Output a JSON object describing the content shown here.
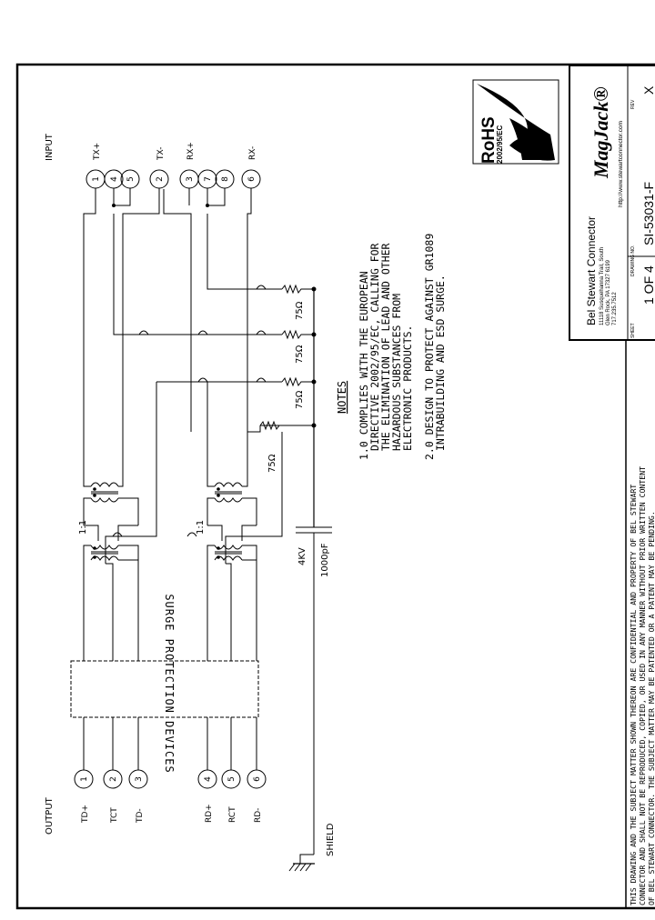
{
  "drawing_border": "#000000",
  "output_block": {
    "title": "OUTPUT",
    "pins": [
      {
        "num": "1",
        "label": "TD+"
      },
      {
        "num": "2",
        "label": "TCT"
      },
      {
        "num": "3",
        "label": "TD-"
      },
      {
        "num": "4",
        "label": "RD+"
      },
      {
        "num": "5",
        "label": "RCT"
      },
      {
        "num": "6",
        "label": "RD-"
      }
    ]
  },
  "input_block": {
    "title": "INPUT",
    "pins": [
      {
        "num": "1",
        "label": "TX+"
      },
      {
        "num": "4",
        "label": ""
      },
      {
        "num": "5",
        "label": ""
      },
      {
        "num": "2",
        "label": "TX-"
      },
      {
        "num": "3",
        "label": "RX+"
      },
      {
        "num": "7",
        "label": ""
      },
      {
        "num": "8",
        "label": ""
      },
      {
        "num": "6",
        "label": "RX-"
      }
    ]
  },
  "shield_label": "SHIELD",
  "surge_box_label": "SURGE PROTECTION DEVICES",
  "transformer_ratio": [
    "1:1",
    "1:1"
  ],
  "capacitor": {
    "voltage": "4KV",
    "value": "1000pF"
  },
  "resistors": [
    "75Ω",
    "75Ω",
    "75Ω",
    "75Ω"
  ],
  "notes": {
    "heading": "NOTES",
    "lines": [
      "1.0 COMPLIES WITH THE EUROPEAN",
      "DIRECTIVE 2002/95/EC, CALLING FOR",
      "THE ELIMINATION OF LEAD AND OTHER",
      "HAZARDOUS SUBSTANCES FROM",
      "ELECTRONIC PRODUCTS.",
      "2.0 DESIGN TO PROTECT AGAINST GR1089",
      "INTRABUILDING AND ESD SURGE."
    ]
  },
  "title_block": {
    "company": "Bel Stewart Connector",
    "address_1": "11118 Susquehanna Trail, South",
    "address_2": "Glen Rock, PA 17327 6199",
    "phone": "717.235.7512",
    "brand": "MagJack®",
    "url": "http://www.stewartconnector.com",
    "rohs_title": "RoHS",
    "rohs_sub": "2002/95/EC",
    "sheet_label": "SHEET",
    "sheet_value": "1 OF 4",
    "drawing_no_label": "DRAWING NO.",
    "drawing_no_value": "SI-53031-F",
    "rev_label": "REV",
    "rev_value": "X"
  },
  "disclaimer": [
    "THIS DRAWING AND THE SUBJECT MATTER SHOWN THEREON ARE CONFIDENTIAL AND PROPERTY OF BEL STEWART",
    "CONNECTOR AND SHALL NOT BE REPRODUCED, COPIED, OR USED IN ANY MANNER WITHOUT PRIOR WRITTEN CONTENT",
    "OF BEL STEWART CONNECTOR. THE SUBJECT MATTER MAY BE PATENTED OR A PATENT MAY BE PENDING."
  ]
}
